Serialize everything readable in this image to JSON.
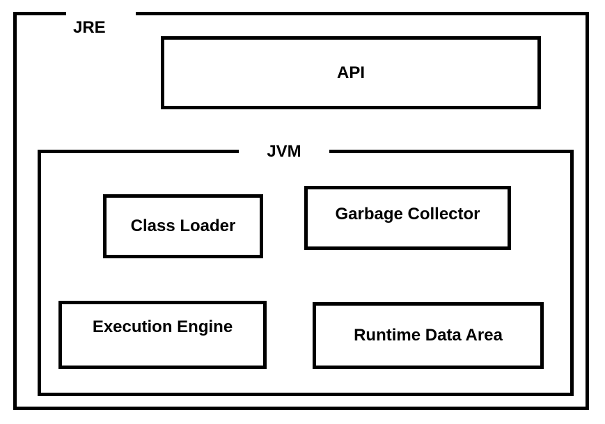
{
  "jre": {
    "label": "JRE"
  },
  "api": {
    "label": "API"
  },
  "jvm": {
    "label": "JVM",
    "components": {
      "class_loader": "Class Loader",
      "garbage_collector": "Garbage Collector",
      "execution_engine": "Execution Engine",
      "runtime_data_area": "Runtime Data Area"
    }
  }
}
